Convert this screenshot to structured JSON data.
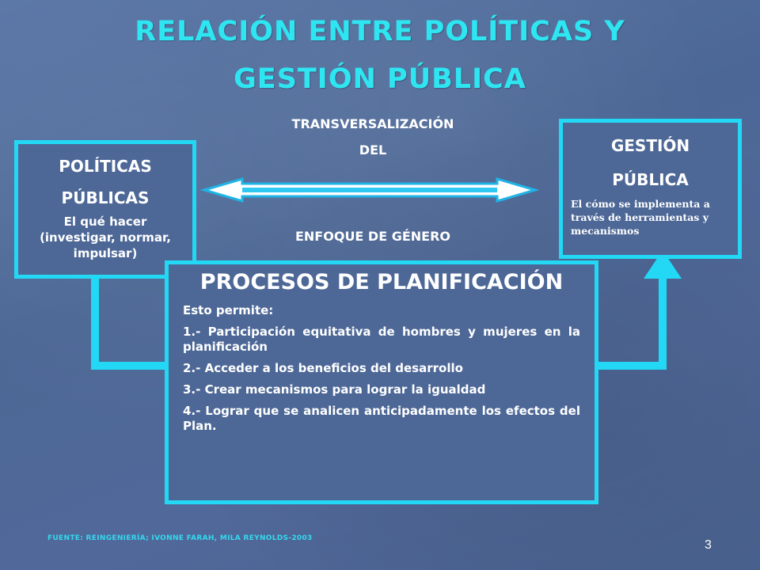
{
  "title": {
    "line1": "RELACIÓN ENTRE POLÍTICAS Y",
    "line2": "GESTIÓN PÚBLICA"
  },
  "center_label": {
    "line1": "TRANSVERSALIZACIÓN",
    "line2": "DEL",
    "line3": "ENFOQUE DE GÉNERO"
  },
  "left_box": {
    "line1": "POLÍTICAS",
    "line2": "PÚBLICAS",
    "sub": "El qué hacer (investigar, normar, impulsar)"
  },
  "right_box": {
    "line1": "GESTIÓN",
    "line2": "PÚBLICA",
    "sub": "El cómo se implementa a través de herramientas y mecanismos"
  },
  "center_box": {
    "title": "PROCESOS DE PLANIFICACIÓN",
    "intro": "Esto permite:",
    "items": [
      "1.- Participación equitativa de hombres y mujeres en la planificación",
      "2.- Acceder a los beneficios del desarrollo",
      "3.- Crear mecanismos para lograr la igualdad",
      "4.- Lograr que se analicen anticipadamente los efectos del Plan."
    ]
  },
  "footer": "FUENTE: REINGENIERÍA; IVONNE FARAH, MILA REYNOLDS-2003",
  "page_number": "3",
  "colors": {
    "accent": "#22d8f5",
    "title": "#2ee6f2",
    "background": "#4f6a98"
  }
}
